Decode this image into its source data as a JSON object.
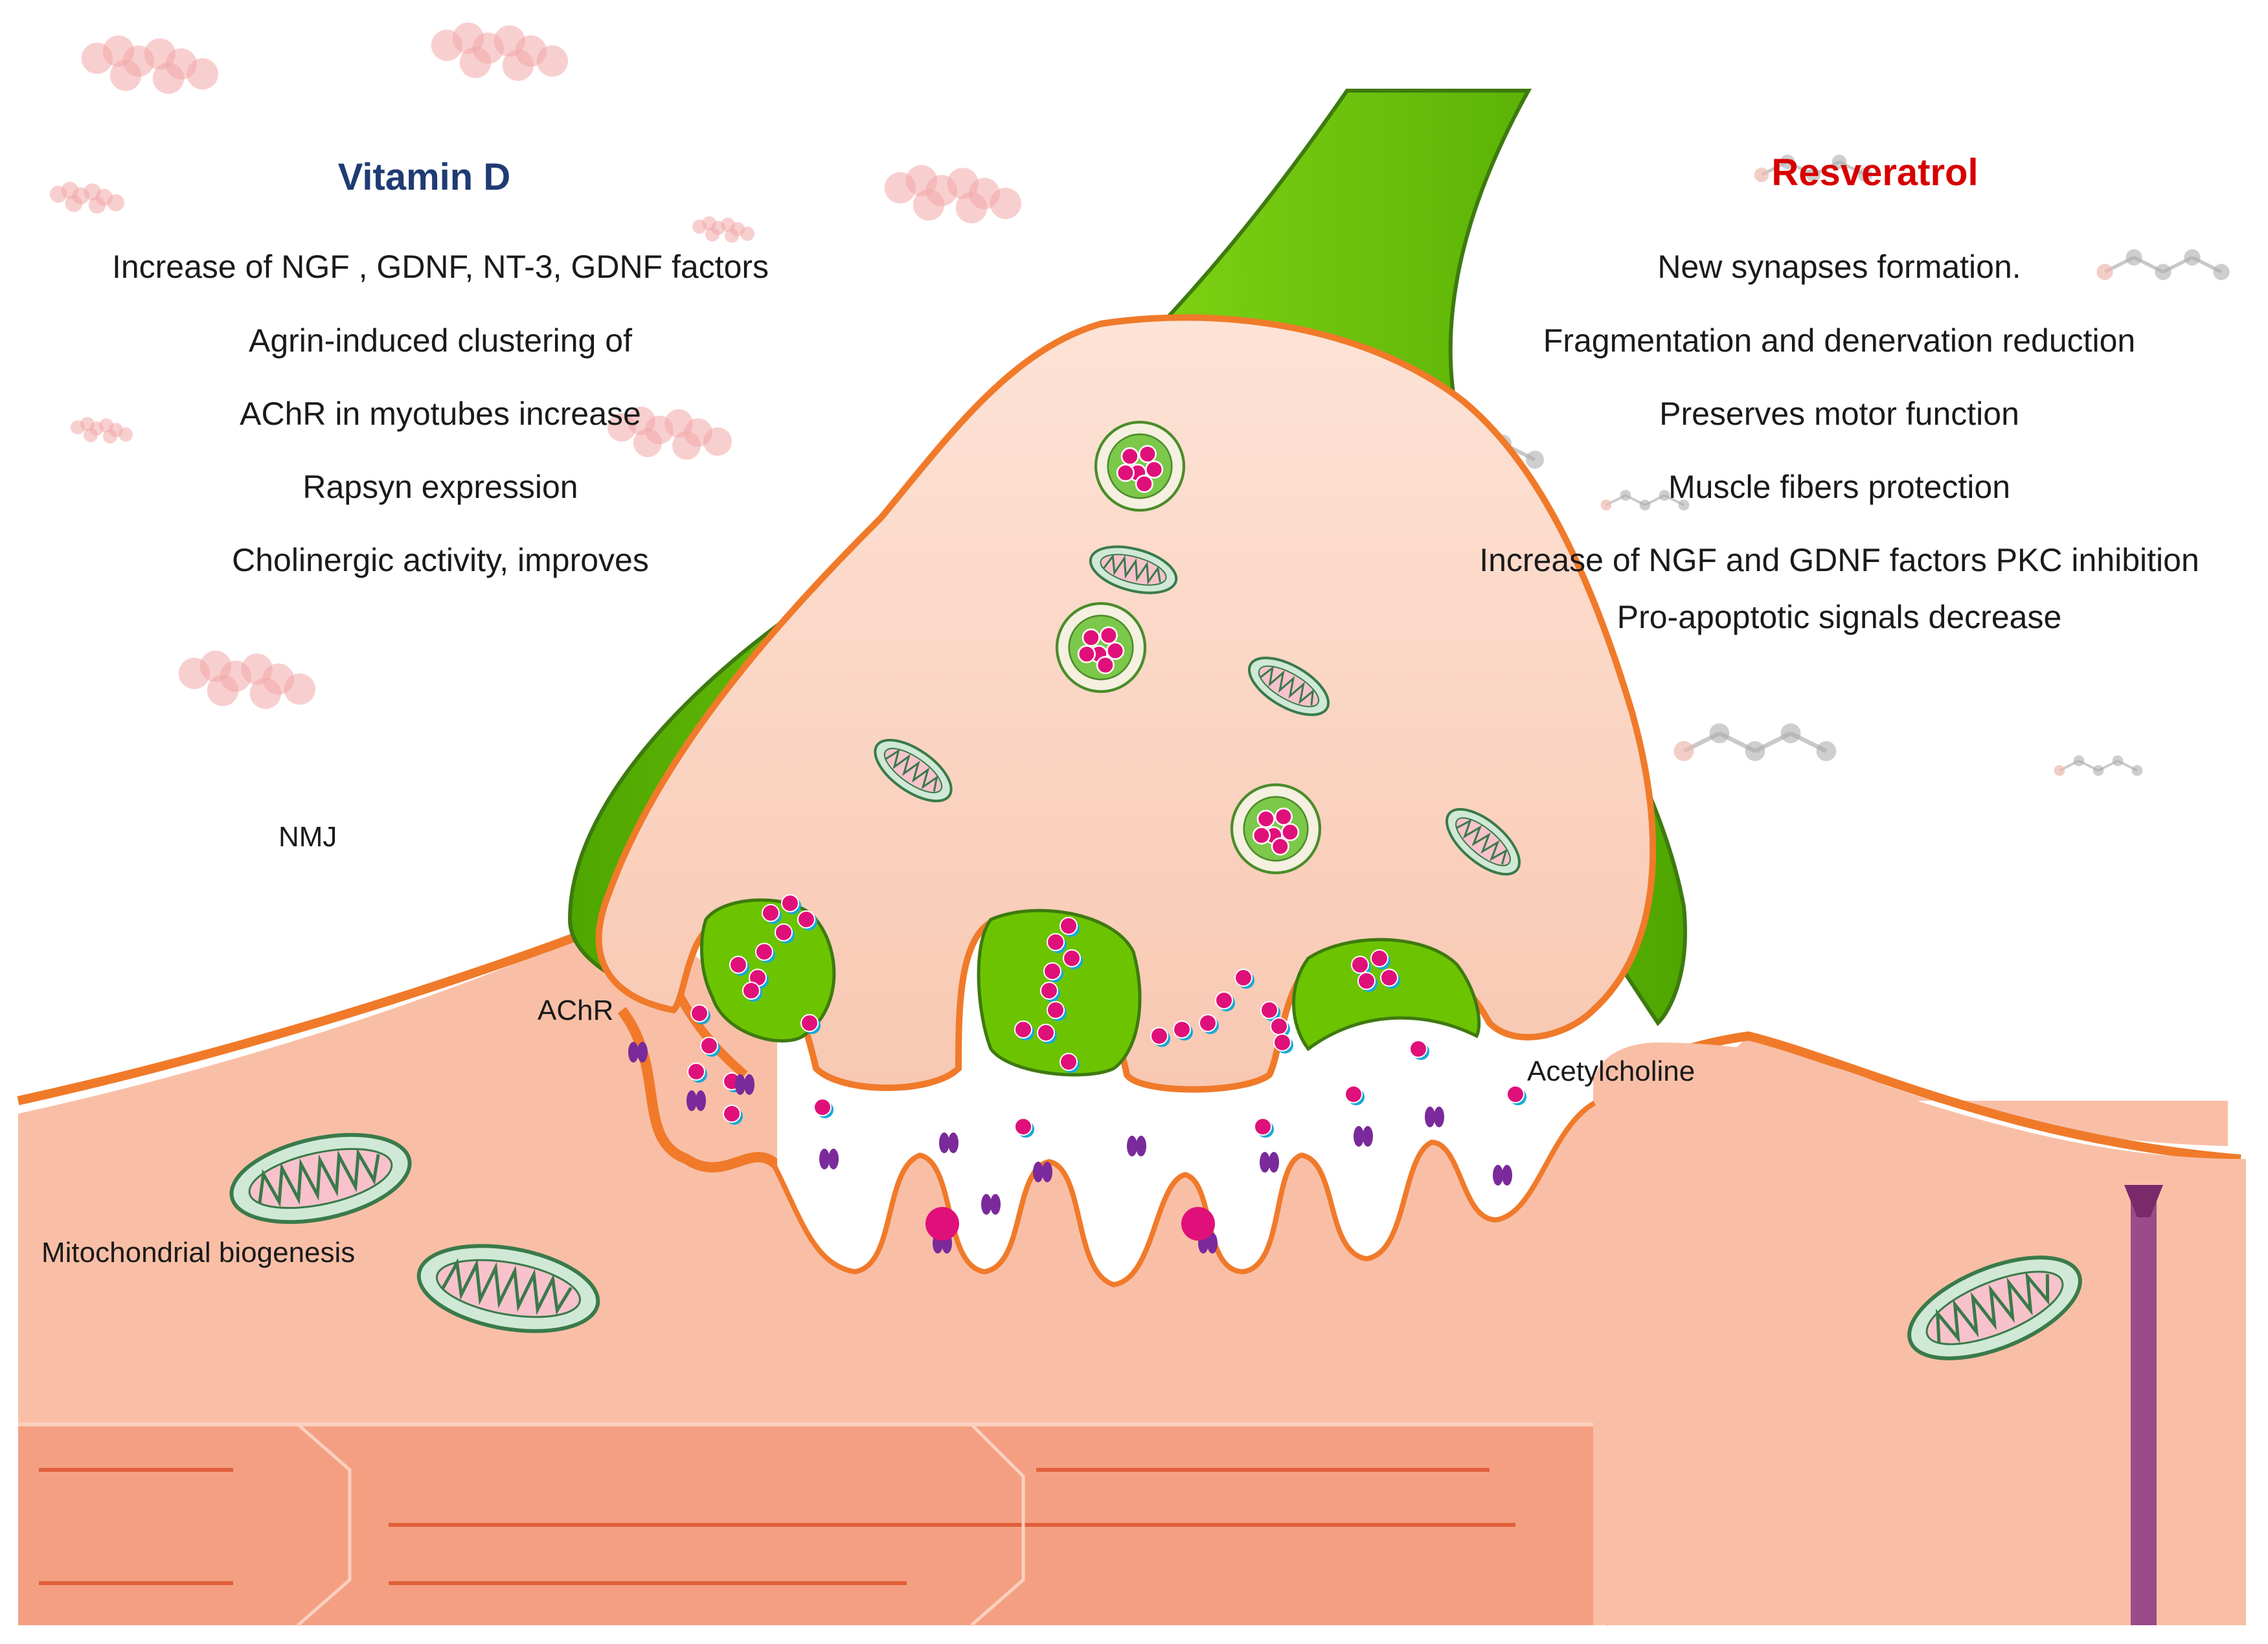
{
  "vitamin_d": {
    "title": "Vitamin D",
    "title_color": "#1f3b73",
    "effects": [
      "Increase of NGF , GDNF, NT-3, GDNF factors",
      "Agrin-induced clustering of",
      "AChR in myotubes increase",
      "Rapsyn expression",
      "Cholinergic activity, improves"
    ]
  },
  "resveratrol": {
    "title": "Resveratrol",
    "title_color": "#d60000",
    "effects": [
      "New synapses formation.",
      "Fragmentation and denervation reduction",
      "Preserves motor function",
      "Muscle fibers protection",
      "Increase of NGF and GDNF factors PKC inhibition",
      "Pro-apoptotic signals decrease"
    ]
  },
  "labels": {
    "nmj": "NMJ",
    "achr": "AChR",
    "acetylcholine": "Acetylcholine",
    "mitochondrial_biogenesis": "Mitochondrial biogenesis"
  },
  "colors": {
    "axon_green": "#6cc400",
    "terminal_fill": "#fbd6c4",
    "muscle_fill": "#f9bfa6",
    "muscle_outline": "#f07a2a",
    "fiber_band": "#f59f82",
    "vesicle_pink": "#e0107a",
    "receptor_purple": "#7a2a9a"
  }
}
